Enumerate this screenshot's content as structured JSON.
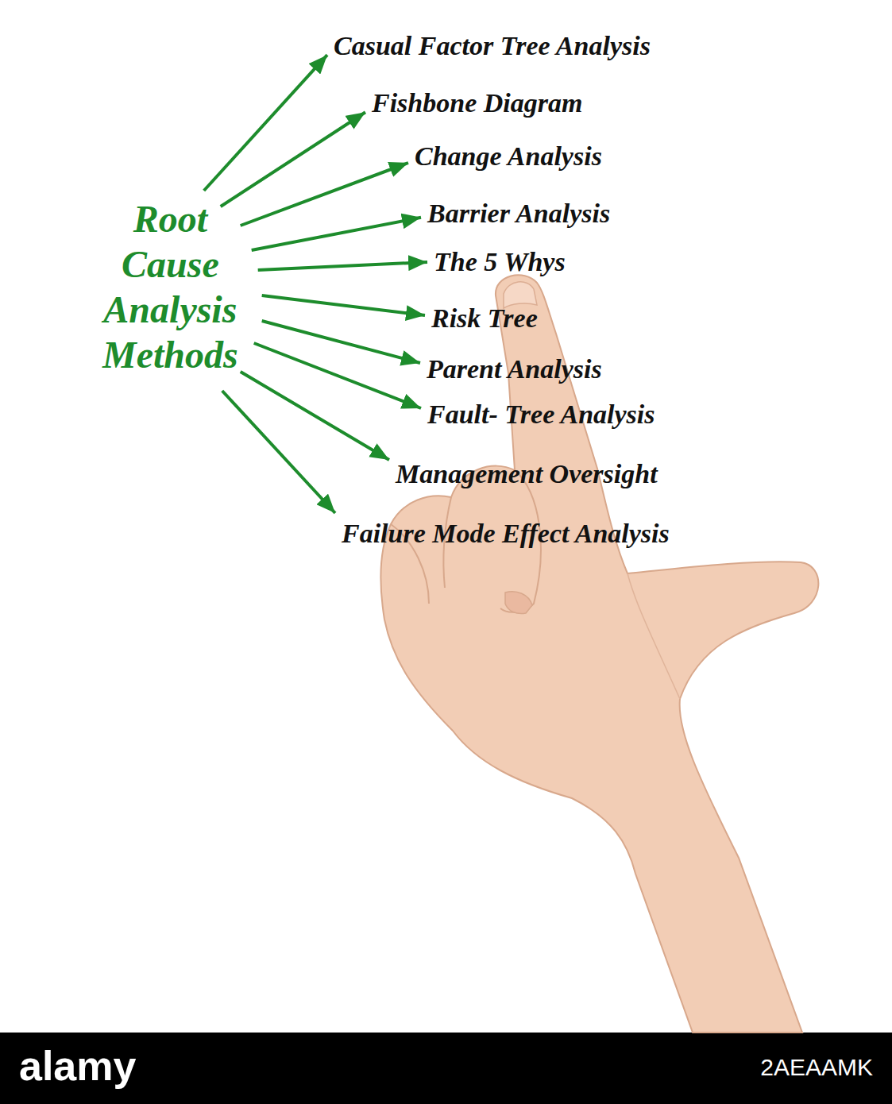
{
  "diagram": {
    "nodes": [
      {
        "text": [
          "Root Cause Analysis Methods"
        ]
      },
      {
        "text": [
          "Casual Factor Tree Analysis"
        ]
      },
      {
        "text": [
          "Fishbone Diagram"
        ]
      },
      {
        "text": [
          "Change Analysis"
        ]
      },
      {
        "text": [
          "Barrier Analysis"
        ]
      },
      {
        "text": [
          "The 5 Whys"
        ]
      },
      {
        "text": [
          "Risk Tree"
        ]
      },
      {
        "text": [
          "Parent Analysis"
        ]
      },
      {
        "text": [
          "Fault- Tree Analysis"
        ]
      },
      {
        "text": [
          "Management Oversight"
        ]
      },
      {
        "text": [
          "Failure Mode Effect Analysis"
        ]
      }
    ],
    "edges": [
      {
        "from": 0,
        "to": 1,
        "arrow": "to"
      },
      {
        "from": 0,
        "to": 2,
        "arrow": "to"
      },
      {
        "from": 0,
        "to": 3,
        "arrow": "to"
      },
      {
        "from": 0,
        "to": 4,
        "arrow": "to"
      },
      {
        "from": 0,
        "to": 5,
        "arrow": "to"
      },
      {
        "from": 0,
        "to": 6,
        "arrow": "to"
      },
      {
        "from": 0,
        "to": 7,
        "arrow": "to"
      },
      {
        "from": 0,
        "to": 8,
        "arrow": "to"
      },
      {
        "from": 0,
        "to": 9,
        "arrow": "to"
      },
      {
        "from": 0,
        "to": 10,
        "arrow": "to"
      }
    ],
    "labels": [
      "alamy",
      "2AEAAMK"
    ]
  }
}
